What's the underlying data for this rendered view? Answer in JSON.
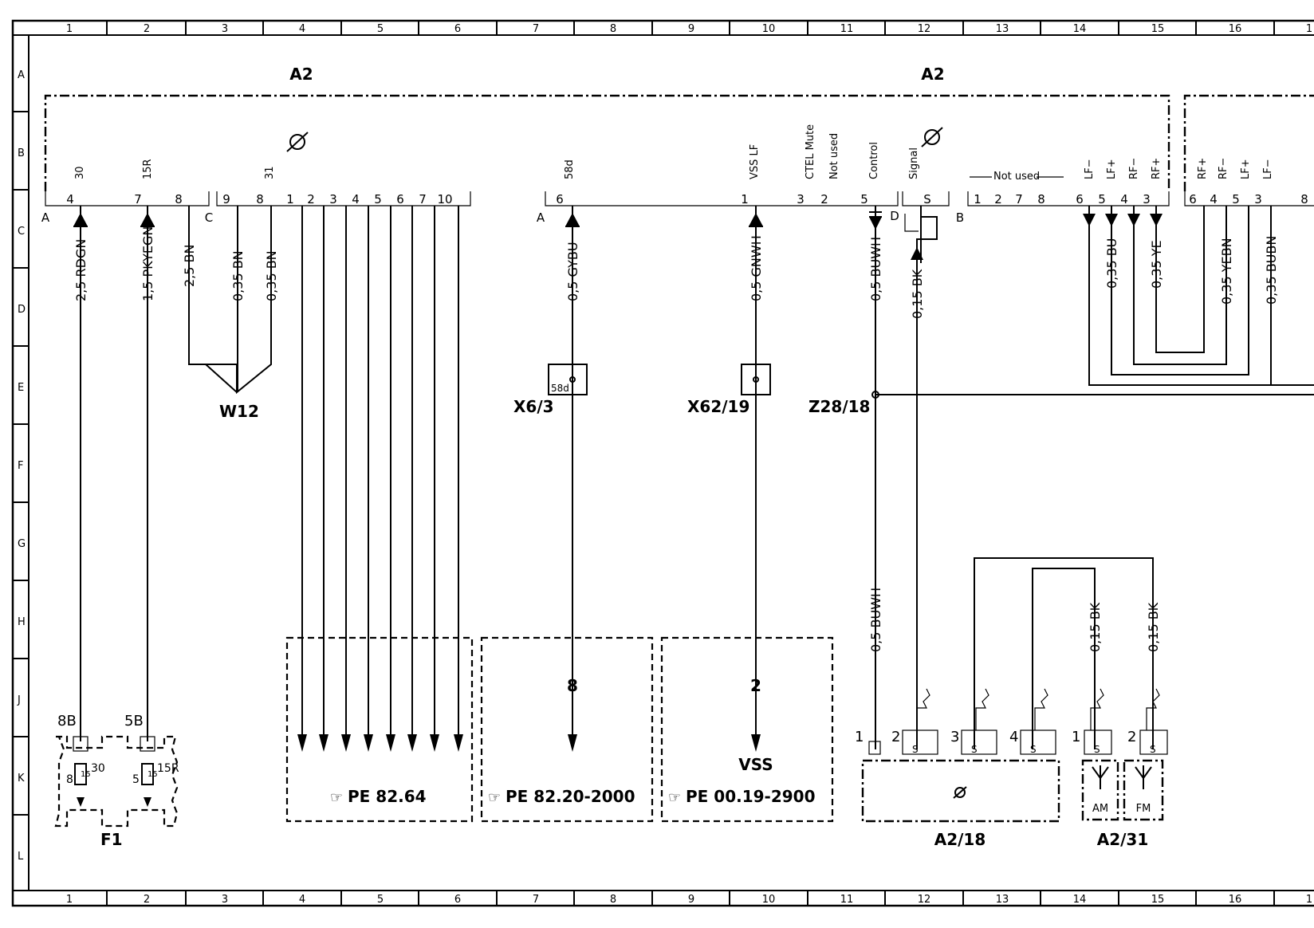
{
  "grid": {
    "columns": [
      "1",
      "2",
      "3",
      "4",
      "5",
      "6",
      "7",
      "8",
      "9",
      "10",
      "11",
      "12",
      "13",
      "14",
      "15",
      "16",
      "1"
    ],
    "rows": [
      "A",
      "B",
      "C",
      "D",
      "E",
      "F",
      "G",
      "H",
      "J",
      "K",
      "L"
    ]
  },
  "components": {
    "a2_left": "A2",
    "a2_right": "A2",
    "w12": "W12",
    "x6_3": "X6/3",
    "x62_19": "X62/19",
    "z28_18": "Z28/18",
    "f1": "F1",
    "a2_18": "A2/18",
    "a2_31": "A2/31",
    "vss": "VSS"
  },
  "connectors": {
    "A1": "A",
    "C": "C",
    "A2": "A",
    "D": "D",
    "B": "B"
  },
  "signals": {
    "s30": "30",
    "s15r": "15R",
    "s31": "31",
    "s58d": "58d",
    "vss_lf": "VSS LF",
    "ctel_mute": "CTEL Mute",
    "not_used": "Not used",
    "control": "Control",
    "signal": "Signal",
    "not_used_group": "Not used",
    "lf_minus": "LF−",
    "lf_plus": "LF+",
    "rf_minus": "RF−",
    "rf_plus": "RF+",
    "rf_plus2": "RF+",
    "rf_minus2": "RF−",
    "lf_plus2": "LF+",
    "lf_minus2": "LF−"
  },
  "pins": {
    "p4": "4",
    "p7": "7",
    "p8a": "8",
    "p9": "9",
    "p8b": "8",
    "p1": "1",
    "p2": "2",
    "p3": "3",
    "p4b": "4",
    "p5": "5",
    "p6": "6",
    "p7b": "7",
    "p10": "10",
    "p6b": "6",
    "p1b": "1",
    "p3b": "3",
    "p2b": "2",
    "p5b": "5",
    "pS": "S",
    "p1c": "1",
    "p2c": "2",
    "p7c": "7",
    "p8c": "8",
    "p6c": "6",
    "p5c": "5",
    "p4c": "4",
    "p3c": "3",
    "p6d": "6",
    "p4d": "4",
    "p5d": "5",
    "p3d": "3",
    "p8d": "8"
  },
  "wires": {
    "w1": "2,5 RDGN",
    "w2": "1,5 PKYEGN",
    "w3": "2,5 BN",
    "w4": "0,35 BN",
    "w5": "0,35 BN",
    "w6": "0,5 GYBU",
    "w7": "0,5 GNWH",
    "w8": "0,5 BUWH",
    "w9": "0,15 BK",
    "w10": "0,35 BU",
    "w11": "0,35 YE",
    "w12": "0,35 YEBN",
    "w13": "0,35 BUBN",
    "w14": "0,5 BUWH",
    "w15": "0,15 BK",
    "w16": "0,15 BK"
  },
  "fuse": {
    "t8b": "8B",
    "t5b": "5B",
    "n8": "8",
    "n30": "30",
    "n15a": "15",
    "n5": "5",
    "n15r": "15R",
    "n15b": "15"
  },
  "x6_label": "58d",
  "references": {
    "ref1_num": "8",
    "ref2_num": "2",
    "pe1": "PE  82.64",
    "pe2": "PE  82.20-2000",
    "pe3": "PE  00.19-2900"
  },
  "a218_pins": {
    "q1": "1",
    "q2": "2",
    "q3": "3",
    "q4": "4",
    "qS": "S"
  },
  "a231_pins": {
    "r1": "1",
    "r2": "2",
    "am": "AM",
    "fm": "FM"
  },
  "colors": {
    "ink": "#000000",
    "paper": "#ffffff"
  }
}
